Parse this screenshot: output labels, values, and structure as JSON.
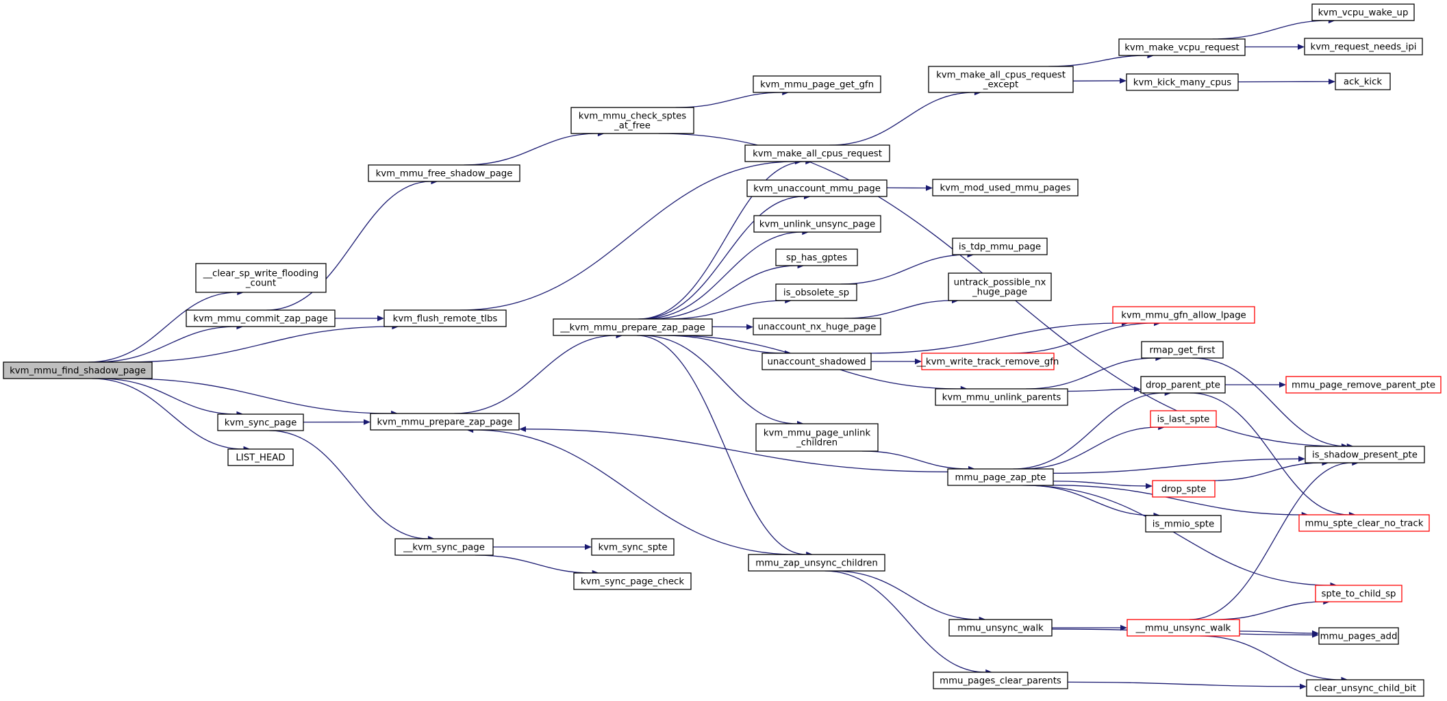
{
  "colors": {
    "edge": "#191970",
    "node_border": "#000000",
    "node_border_truncated": "#ff0000",
    "root_fill": "#bfbfbf"
  },
  "nodes": [
    {
      "id": "kvm_mmu_find_shadow_page",
      "lines": [
        "kvm_mmu_find_shadow_page"
      ],
      "border": "black",
      "root": true
    },
    {
      "id": "clear_sp_write_flooding_count",
      "lines": [
        "__clear_sp_write_flooding",
        "_count"
      ],
      "border": "black"
    },
    {
      "id": "kvm_mmu_commit_zap_page",
      "lines": [
        "kvm_mmu_commit_zap_page"
      ],
      "border": "black"
    },
    {
      "id": "kvm_flush_remote_tlbs",
      "lines": [
        "kvm_flush_remote_tlbs"
      ],
      "border": "black"
    },
    {
      "id": "kvm_sync_page",
      "lines": [
        "kvm_sync_page"
      ],
      "border": "black"
    },
    {
      "id": "kvm_mmu_prepare_zap_page",
      "lines": [
        "kvm_mmu_prepare_zap_page"
      ],
      "border": "black"
    },
    {
      "id": "LIST_HEAD",
      "lines": [
        "LIST_HEAD"
      ],
      "border": "black"
    },
    {
      "id": "kvm_mmu_free_shadow_page",
      "lines": [
        "kvm_mmu_free_shadow_page"
      ],
      "border": "black"
    },
    {
      "id": "kvm_mmu_check_sptes_at_free",
      "lines": [
        "kvm_mmu_check_sptes",
        "_at_free"
      ],
      "border": "black"
    },
    {
      "id": "kvm_mmu_page_get_gfn",
      "lines": [
        "kvm_mmu_page_get_gfn"
      ],
      "border": "black"
    },
    {
      "id": "kvm_make_all_cpus_request",
      "lines": [
        "kvm_make_all_cpus_request"
      ],
      "border": "black"
    },
    {
      "id": "kvm_make_all_cpus_request_except",
      "lines": [
        "kvm_make_all_cpus_request",
        "_except"
      ],
      "border": "black"
    },
    {
      "id": "kvm_make_vcpu_request",
      "lines": [
        "kvm_make_vcpu_request"
      ],
      "border": "black"
    },
    {
      "id": "kvm_vcpu_wake_up",
      "lines": [
        "kvm_vcpu_wake_up"
      ],
      "border": "black"
    },
    {
      "id": "kvm_request_needs_ipi",
      "lines": [
        "kvm_request_needs_ipi"
      ],
      "border": "black"
    },
    {
      "id": "kvm_kick_many_cpus",
      "lines": [
        "kvm_kick_many_cpus"
      ],
      "border": "black"
    },
    {
      "id": "ack_kick",
      "lines": [
        "ack_kick"
      ],
      "border": "black"
    },
    {
      "id": "__kvm_mmu_prepare_zap_page",
      "lines": [
        "__kvm_mmu_prepare_zap_page"
      ],
      "border": "black"
    },
    {
      "id": "kvm_unaccount_mmu_page",
      "lines": [
        "kvm_unaccount_mmu_page"
      ],
      "border": "black"
    },
    {
      "id": "kvm_mod_used_mmu_pages",
      "lines": [
        "kvm_mod_used_mmu_pages"
      ],
      "border": "black"
    },
    {
      "id": "kvm_unlink_unsync_page",
      "lines": [
        "kvm_unlink_unsync_page"
      ],
      "border": "black"
    },
    {
      "id": "sp_has_gptes",
      "lines": [
        "sp_has_gptes"
      ],
      "border": "black"
    },
    {
      "id": "is_tdp_mmu_page",
      "lines": [
        "is_tdp_mmu_page"
      ],
      "border": "black"
    },
    {
      "id": "is_obsolete_sp",
      "lines": [
        "is_obsolete_sp"
      ],
      "border": "black"
    },
    {
      "id": "untrack_possible_nx_huge_page",
      "lines": [
        "untrack_possible_nx",
        "_huge_page"
      ],
      "border": "black"
    },
    {
      "id": "unaccount_nx_huge_page",
      "lines": [
        "unaccount_nx_huge_page"
      ],
      "border": "black"
    },
    {
      "id": "kvm_mmu_gfn_allow_lpage",
      "lines": [
        "kvm_mmu_gfn_allow_lpage"
      ],
      "border": "red"
    },
    {
      "id": "unaccount_shadowed",
      "lines": [
        "unaccount_shadowed"
      ],
      "border": "black"
    },
    {
      "id": "__kvm_write_track_remove_gfn",
      "lines": [
        "__kvm_write_track_remove_gfn"
      ],
      "border": "red"
    },
    {
      "id": "rmap_get_first",
      "lines": [
        "rmap_get_first"
      ],
      "border": "black"
    },
    {
      "id": "kvm_mmu_unlink_parents",
      "lines": [
        "kvm_mmu_unlink_parents"
      ],
      "border": "black"
    },
    {
      "id": "drop_parent_pte",
      "lines": [
        "drop_parent_pte"
      ],
      "border": "black"
    },
    {
      "id": "mmu_page_remove_parent_pte",
      "lines": [
        "mmu_page_remove_parent_pte"
      ],
      "border": "red"
    },
    {
      "id": "kvm_mmu_page_unlink_children",
      "lines": [
        "kvm_mmu_page_unlink",
        "_children"
      ],
      "border": "black"
    },
    {
      "id": "is_last_spte",
      "lines": [
        "is_last_spte"
      ],
      "border": "red"
    },
    {
      "id": "is_shadow_present_pte",
      "lines": [
        "is_shadow_present_pte"
      ],
      "border": "black"
    },
    {
      "id": "mmu_page_zap_pte",
      "lines": [
        "mmu_page_zap_pte"
      ],
      "border": "black"
    },
    {
      "id": "drop_spte",
      "lines": [
        "drop_spte"
      ],
      "border": "red"
    },
    {
      "id": "is_mmio_spte",
      "lines": [
        "is_mmio_spte"
      ],
      "border": "black"
    },
    {
      "id": "mmu_spte_clear_no_track",
      "lines": [
        "mmu_spte_clear_no_track"
      ],
      "border": "red"
    },
    {
      "id": "__kvm_sync_page",
      "lines": [
        "__kvm_sync_page"
      ],
      "border": "black"
    },
    {
      "id": "kvm_sync_spte",
      "lines": [
        "kvm_sync_spte"
      ],
      "border": "black"
    },
    {
      "id": "kvm_sync_page_check",
      "lines": [
        "kvm_sync_page_check"
      ],
      "border": "black"
    },
    {
      "id": "mmu_zap_unsync_children",
      "lines": [
        "mmu_zap_unsync_children"
      ],
      "border": "black"
    },
    {
      "id": "spte_to_child_sp",
      "lines": [
        "spte_to_child_sp"
      ],
      "border": "red"
    },
    {
      "id": "mmu_unsync_walk",
      "lines": [
        "mmu_unsync_walk"
      ],
      "border": "black"
    },
    {
      "id": "__mmu_unsync_walk",
      "lines": [
        "__mmu_unsync_walk"
      ],
      "border": "red"
    },
    {
      "id": "mmu_pages_add",
      "lines": [
        "mmu_pages_add"
      ],
      "border": "black"
    },
    {
      "id": "mmu_pages_clear_parents",
      "lines": [
        "mmu_pages_clear_parents"
      ],
      "border": "black"
    },
    {
      "id": "clear_unsync_child_bit",
      "lines": [
        "clear_unsync_child_bit"
      ],
      "border": "black"
    }
  ],
  "edges": [
    {
      "from": "kvm_mmu_find_shadow_page",
      "to": "clear_sp_write_flooding_count"
    },
    {
      "from": "kvm_mmu_find_shadow_page",
      "to": "kvm_mmu_commit_zap_page"
    },
    {
      "from": "kvm_mmu_find_shadow_page",
      "to": "kvm_flush_remote_tlbs"
    },
    {
      "from": "kvm_mmu_find_shadow_page",
      "to": "kvm_sync_page"
    },
    {
      "from": "kvm_mmu_find_shadow_page",
      "to": "kvm_mmu_prepare_zap_page"
    },
    {
      "from": "kvm_mmu_find_shadow_page",
      "to": "LIST_HEAD"
    },
    {
      "from": "kvm_mmu_commit_zap_page",
      "to": "kvm_mmu_free_shadow_page"
    },
    {
      "from": "kvm_mmu_commit_zap_page",
      "to": "kvm_flush_remote_tlbs"
    },
    {
      "from": "kvm_mmu_free_shadow_page",
      "to": "kvm_mmu_check_sptes_at_free"
    },
    {
      "from": "kvm_mmu_check_sptes_at_free",
      "to": "kvm_mmu_page_get_gfn"
    },
    {
      "from": "kvm_mmu_check_sptes_at_free",
      "to": "is_shadow_present_pte"
    },
    {
      "from": "kvm_flush_remote_tlbs",
      "to": "kvm_make_all_cpus_request"
    },
    {
      "from": "kvm_make_all_cpus_request",
      "to": "kvm_make_all_cpus_request_except"
    },
    {
      "from": "kvm_make_all_cpus_request_except",
      "to": "kvm_make_vcpu_request"
    },
    {
      "from": "kvm_make_all_cpus_request_except",
      "to": "kvm_kick_many_cpus"
    },
    {
      "from": "kvm_make_vcpu_request",
      "to": "kvm_vcpu_wake_up"
    },
    {
      "from": "kvm_make_vcpu_request",
      "to": "kvm_request_needs_ipi"
    },
    {
      "from": "kvm_kick_many_cpus",
      "to": "ack_kick"
    },
    {
      "from": "kvm_sync_page",
      "to": "kvm_mmu_prepare_zap_page"
    },
    {
      "from": "kvm_sync_page",
      "to": "__kvm_sync_page"
    },
    {
      "from": "__kvm_sync_page",
      "to": "kvm_sync_spte"
    },
    {
      "from": "__kvm_sync_page",
      "to": "kvm_sync_page_check"
    },
    {
      "from": "kvm_mmu_prepare_zap_page",
      "to": "__kvm_mmu_prepare_zap_page"
    },
    {
      "from": "__kvm_mmu_prepare_zap_page",
      "to": "kvm_make_all_cpus_request"
    },
    {
      "from": "__kvm_mmu_prepare_zap_page",
      "to": "kvm_unaccount_mmu_page"
    },
    {
      "from": "__kvm_mmu_prepare_zap_page",
      "to": "kvm_unlink_unsync_page"
    },
    {
      "from": "__kvm_mmu_prepare_zap_page",
      "to": "sp_has_gptes"
    },
    {
      "from": "__kvm_mmu_prepare_zap_page",
      "to": "is_obsolete_sp"
    },
    {
      "from": "__kvm_mmu_prepare_zap_page",
      "to": "unaccount_nx_huge_page"
    },
    {
      "from": "__kvm_mmu_prepare_zap_page",
      "to": "unaccount_shadowed"
    },
    {
      "from": "__kvm_mmu_prepare_zap_page",
      "to": "kvm_mmu_unlink_parents"
    },
    {
      "from": "__kvm_mmu_prepare_zap_page",
      "to": "kvm_mmu_page_unlink_children"
    },
    {
      "from": "__kvm_mmu_prepare_zap_page",
      "to": "mmu_zap_unsync_children"
    },
    {
      "from": "kvm_unaccount_mmu_page",
      "to": "kvm_mod_used_mmu_pages"
    },
    {
      "from": "is_obsolete_sp",
      "to": "is_tdp_mmu_page"
    },
    {
      "from": "unaccount_nx_huge_page",
      "to": "untrack_possible_nx_huge_page"
    },
    {
      "from": "unaccount_shadowed",
      "to": "kvm_mmu_gfn_allow_lpage"
    },
    {
      "from": "unaccount_shadowed",
      "to": "__kvm_write_track_remove_gfn"
    },
    {
      "from": "__kvm_write_track_remove_gfn",
      "to": "kvm_mmu_gfn_allow_lpage"
    },
    {
      "from": "kvm_mmu_unlink_parents",
      "to": "rmap_get_first"
    },
    {
      "from": "kvm_mmu_unlink_parents",
      "to": "drop_parent_pte"
    },
    {
      "from": "rmap_get_first",
      "to": "is_shadow_present_pte"
    },
    {
      "from": "drop_parent_pte",
      "to": "mmu_page_remove_parent_pte"
    },
    {
      "from": "drop_parent_pte",
      "to": "mmu_spte_clear_no_track"
    },
    {
      "from": "kvm_mmu_page_unlink_children",
      "to": "mmu_page_zap_pte"
    },
    {
      "from": "mmu_page_zap_pte",
      "to": "kvm_mmu_prepare_zap_page"
    },
    {
      "from": "mmu_page_zap_pte",
      "to": "drop_parent_pte"
    },
    {
      "from": "mmu_page_zap_pte",
      "to": "is_last_spte"
    },
    {
      "from": "mmu_page_zap_pte",
      "to": "is_shadow_present_pte"
    },
    {
      "from": "mmu_page_zap_pte",
      "to": "drop_spte"
    },
    {
      "from": "mmu_page_zap_pte",
      "to": "is_mmio_spte"
    },
    {
      "from": "mmu_page_zap_pte",
      "to": "mmu_spte_clear_no_track"
    },
    {
      "from": "mmu_page_zap_pte",
      "to": "spte_to_child_sp"
    },
    {
      "from": "drop_spte",
      "to": "is_shadow_present_pte"
    },
    {
      "from": "mmu_zap_unsync_children",
      "to": "kvm_mmu_prepare_zap_page"
    },
    {
      "from": "mmu_zap_unsync_children",
      "to": "mmu_unsync_walk"
    },
    {
      "from": "mmu_zap_unsync_children",
      "to": "mmu_pages_clear_parents"
    },
    {
      "from": "mmu_unsync_walk",
      "to": "__mmu_unsync_walk"
    },
    {
      "from": "mmu_unsync_walk",
      "to": "mmu_pages_add"
    },
    {
      "from": "__mmu_unsync_walk",
      "to": "is_shadow_present_pte"
    },
    {
      "from": "__mmu_unsync_walk",
      "to": "spte_to_child_sp"
    },
    {
      "from": "__mmu_unsync_walk",
      "to": "mmu_pages_add"
    },
    {
      "from": "__mmu_unsync_walk",
      "to": "clear_unsync_child_bit"
    },
    {
      "from": "mmu_pages_clear_parents",
      "to": "clear_unsync_child_bit"
    }
  ]
}
